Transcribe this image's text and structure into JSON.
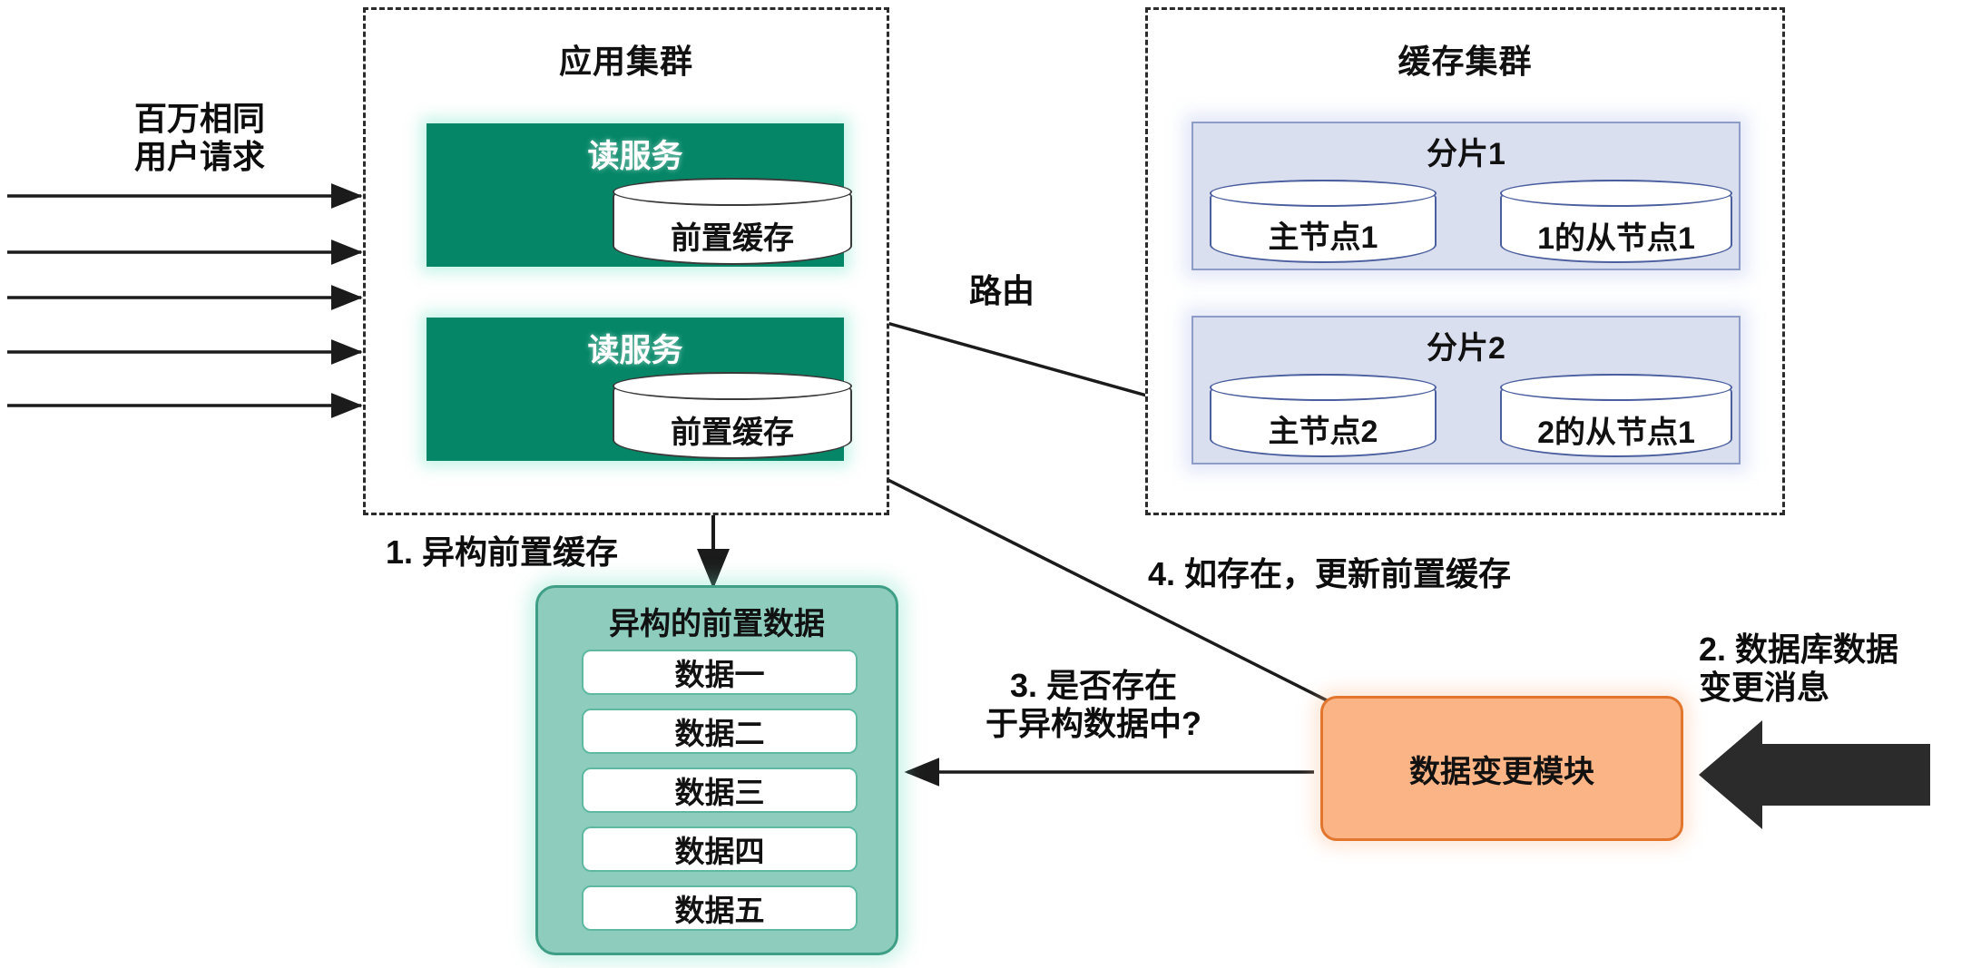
{
  "diagram": {
    "title_left_note": "百万相同\n用户请求",
    "app_cluster": {
      "title": "应用集群",
      "services": [
        {
          "label": "读服务",
          "cache_label": "前置缓存"
        },
        {
          "label": "读服务",
          "cache_label": "前置缓存"
        }
      ]
    },
    "cache_cluster": {
      "title": "缓存集群",
      "shards": [
        {
          "title": "分片1",
          "master": "主节点1",
          "slave": "1的从节点1"
        },
        {
          "title": "分片2",
          "master": "主节点2",
          "slave": "2的从节点1"
        }
      ]
    },
    "hetero_panel": {
      "title": "异构的前置数据",
      "rows": [
        "数据一",
        "数据二",
        "数据三",
        "数据四",
        "数据五"
      ]
    },
    "change_module": {
      "label": "数据变更模块"
    },
    "steps": {
      "routing": "路由",
      "step1": "1. 异构前置缓存",
      "step2": "2. 数据库数据\n变更消息",
      "step3": "3. 是否存在\n于异构数据中?",
      "step4": "4. 如存在，更新前置缓存"
    },
    "colors": {
      "service_green": "#058767",
      "hetero_green": "#8ecdbe",
      "hetero_border": "#3f9e86",
      "shard_blue": "#dadff0",
      "shard_border": "#8e9cc8",
      "module_orange": "#fbb486",
      "module_border": "#e2762e",
      "arrow_black": "#2b2b2b"
    }
  }
}
